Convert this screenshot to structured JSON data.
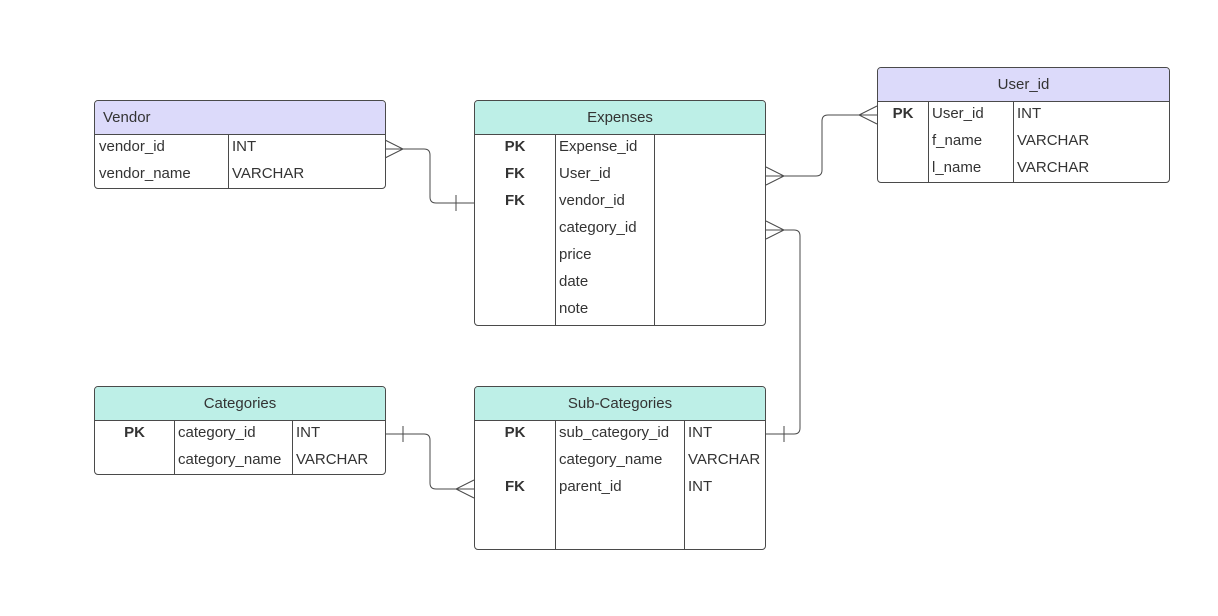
{
  "colors": {
    "header_purple": "#dcdafa",
    "header_teal": "#bdefe7",
    "border": "#4a4a4a",
    "text": "#333333"
  },
  "entities": {
    "vendor": {
      "title": "Vendor",
      "rows": [
        {
          "name": "vendor_id",
          "type": "INT"
        },
        {
          "name": "vendor_name",
          "type": "VARCHAR"
        }
      ]
    },
    "expenses": {
      "title": "Expenses",
      "rows": [
        {
          "key": "PK",
          "name": "Expense_id"
        },
        {
          "key": "FK",
          "name": "User_id"
        },
        {
          "key": "FK",
          "name": "vendor_id"
        },
        {
          "key": "",
          "name": "category_id"
        },
        {
          "key": "",
          "name": "price"
        },
        {
          "key": "",
          "name": "date"
        },
        {
          "key": "",
          "name": "note"
        }
      ]
    },
    "user": {
      "title": "User_id",
      "rows": [
        {
          "key": "PK",
          "name": "User_id",
          "type": "INT"
        },
        {
          "key": "",
          "name": "f_name",
          "type": "VARCHAR"
        },
        {
          "key": "",
          "name": "l_name",
          "type": "VARCHAR"
        }
      ]
    },
    "categories": {
      "title": "Categories",
      "rows": [
        {
          "key": "PK",
          "name": "category_id",
          "type": "INT"
        },
        {
          "key": "",
          "name": "category_name",
          "type": "VARCHAR"
        }
      ]
    },
    "subcategories": {
      "title": "Sub-Categories",
      "rows": [
        {
          "key": "PK",
          "name": "sub_category_id",
          "type": "INT"
        },
        {
          "key": "",
          "name": "category_name",
          "type": "VARCHAR"
        },
        {
          "key": "FK",
          "name": "parent_id",
          "type": "INT"
        }
      ]
    }
  },
  "relationships": [
    {
      "from": "Vendor",
      "from_cardinality": "many",
      "to": "Expenses",
      "to_cardinality": "one"
    },
    {
      "from": "Expenses",
      "from_cardinality": "many",
      "to": "User_id",
      "to_cardinality": "many"
    },
    {
      "from": "Expenses",
      "from_cardinality": "many",
      "to": "Sub-Categories",
      "to_cardinality": "one"
    },
    {
      "from": "Categories",
      "from_cardinality": "one",
      "to": "Sub-Categories",
      "to_cardinality": "many"
    }
  ]
}
